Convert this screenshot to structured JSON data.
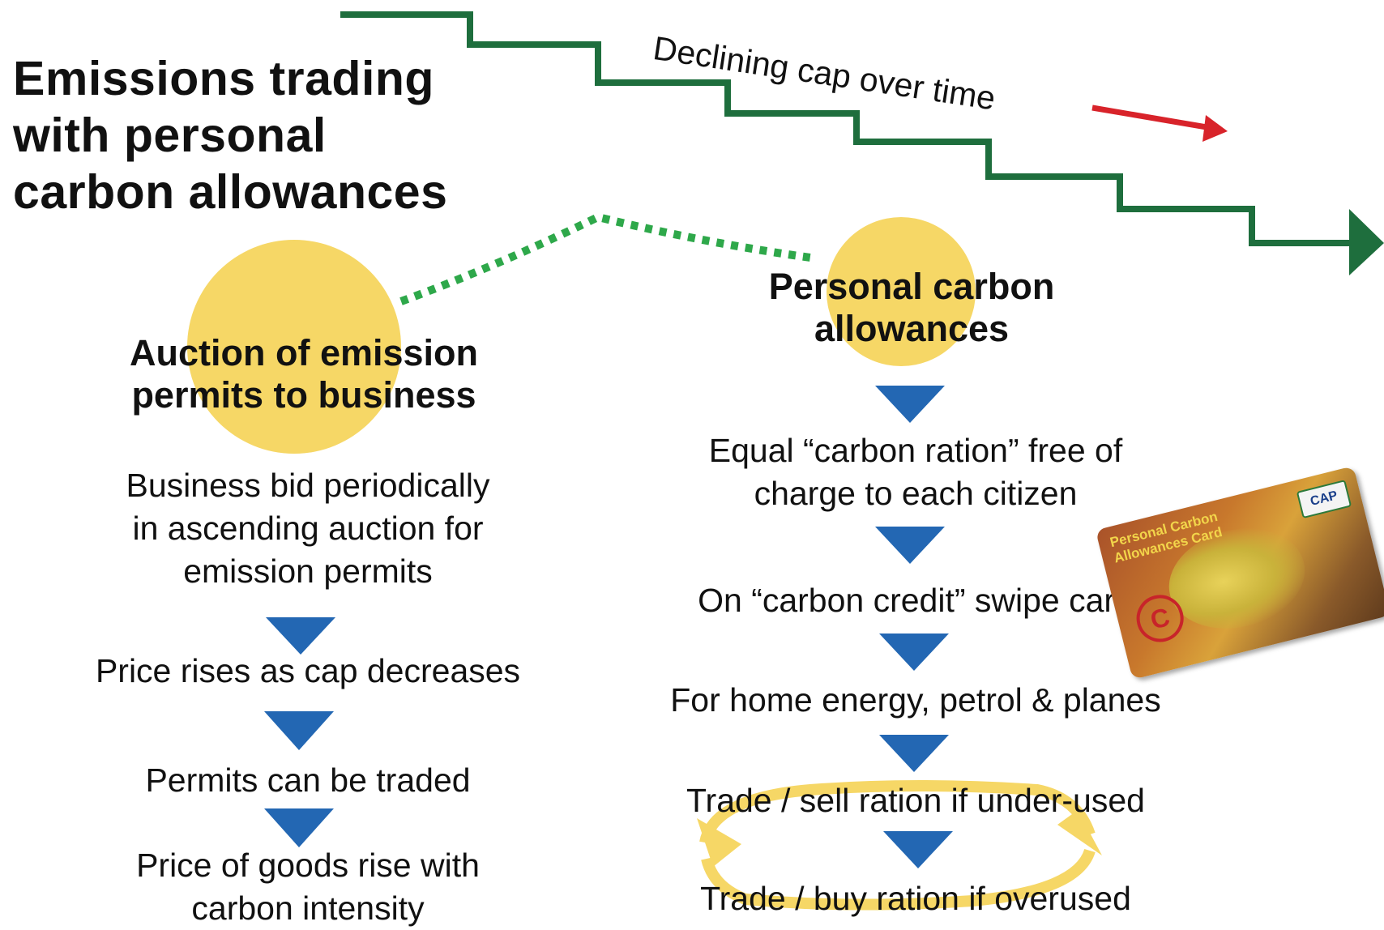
{
  "title": {
    "line1": "Emissions trading",
    "line2": "with personal",
    "line3": "carbon allowances"
  },
  "cap": {
    "label": "Declining cap over time"
  },
  "left": {
    "heading_line1": "Auction of emission",
    "heading_line2": "permits to business",
    "steps": [
      {
        "lines": [
          "Business bid periodically",
          "in ascending auction for",
          "emission permits"
        ]
      },
      {
        "lines": [
          "Price rises as cap decreases"
        ]
      },
      {
        "lines": [
          "Permits can be traded"
        ]
      },
      {
        "lines": [
          "Price of goods rise with",
          "carbon intensity"
        ]
      }
    ]
  },
  "right": {
    "heading_line1": "Personal carbon",
    "heading_line2": "allowances",
    "steps": [
      {
        "lines": [
          "Equal “carbon ration” free of",
          "charge to each citizen"
        ]
      },
      {
        "lines": [
          "On “carbon credit” swipe card"
        ]
      },
      {
        "lines": [
          "For home energy, petrol & planes"
        ]
      },
      {
        "lines": [
          "Trade / sell ration if under-used"
        ]
      },
      {
        "lines": [
          "Trade / buy ration if overused"
        ]
      }
    ]
  },
  "card": {
    "title": "Personal Carbon Allowances Card",
    "logo": "CAP",
    "symbol": "C",
    "colors": {
      "gold": "#f2d54a",
      "logo_green": "#2d7a3a",
      "symbol_red": "#c8242a"
    }
  },
  "colors": {
    "cap_line": "#1e6e3d",
    "arrow_red": "#d8232a",
    "bubble": "#f6d766",
    "triangle": "#2367b3",
    "dotted": "#2ea84a",
    "cycle": "#f6d766"
  },
  "icons": {
    "step_arrow": "down-triangle-icon",
    "cap_arrow": "right-arrow-icon",
    "cycle": "cycle-arrows-icon"
  }
}
